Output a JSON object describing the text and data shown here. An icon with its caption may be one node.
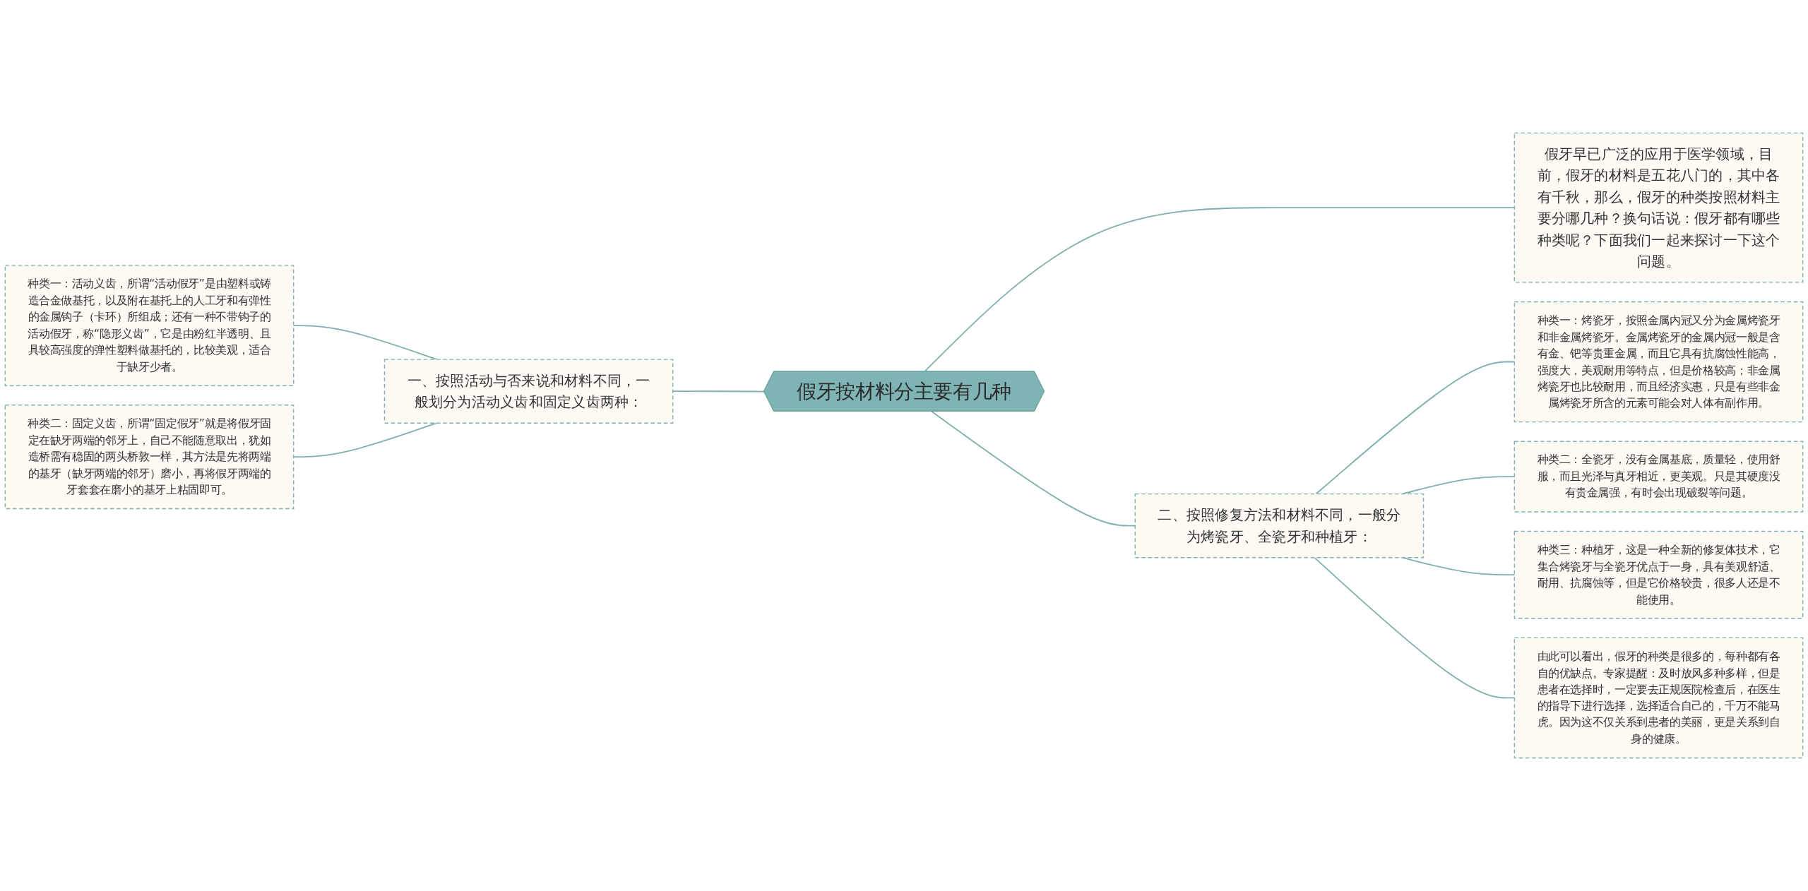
{
  "diagram": {
    "nodes": [
      {
        "text": [
          "假牙按材料分主要有几种"
        ]
      },
      {
        "text": [
          "一、按照活动与否来说和材料不同，一般划分为活动义齿和固定义齿两种："
        ]
      },
      {
        "text": [
          "种类一：活动义齿，所谓“活动假牙”是由塑料或铸造合金做基托，以及附在基托上的人工牙和有弹性的金属钩子（卡环）所组成；还有一种不带钩子的活动假牙，称“隐形义齿”，它是由粉红半透明、且具较高强度的弹性塑料做基托的，比较美观，适合于缺牙少者。"
        ]
      },
      {
        "text": [
          "种类二：固定义齿，所谓“固定假牙”就是将假牙固定在缺牙两端的邻牙上，自己不能随意取出，犹如造桥需有稳固的两头桥敦一样，其方法是先将两端的基牙（缺牙两端的邻牙）磨小，再将假牙两端的牙套套在磨小的基牙上粘固即可。"
        ]
      },
      {
        "text": [
          "假牙早已广泛的应用于医学领域，目前，假牙的材料是五花八门的，其中各有千秋，那么，假牙的种类按照材料主要分哪几种？换句话说：假牙都有哪些种类呢？下面我们一起来探讨一下这个问题。"
        ]
      },
      {
        "text": [
          "二、按照修复方法和材料不同，一般分为烤瓷牙、全瓷牙和种植牙："
        ]
      },
      {
        "text": [
          "种类一：烤瓷牙，按照金属内冠又分为金属烤瓷牙和非金属烤瓷牙。金属烤瓷牙的金属内冠一般是含有金、钯等贵重金属，而且它具有抗腐蚀性能高，强度大，美观耐用等特点，但是价格较高；非金属烤瓷牙也比较耐用，而且经济实惠，只是有些非金属烤瓷牙所含的元素可能会对人体有副作用。"
        ]
      },
      {
        "text": [
          "种类二：全瓷牙，没有金属基底，质量轻，使用舒服，而且光泽与真牙相近，更美观。只是其硬度没有贵金属强，有时会出现破裂等问题。"
        ]
      },
      {
        "text": [
          "种类三：种植牙，这是一种全新的修复体技术，它集合烤瓷牙与全瓷牙优点于一身，具有美观舒适、耐用、抗腐蚀等，但是它价格较贵，很多人还是不能使用。"
        ]
      },
      {
        "text": [
          "由此可以看出，假牙的种类是很多的，每种都有各自的优缺点。专家提醒：及时放风多种多样，但是患者在选择时，一定要去正规医院检查后，在医生的指导下进行选择，选择适合自己的，千万不能马虎。因为这不仅关系到患者的美丽，更是关系到自身的健康。"
        ]
      }
    ],
    "edges": [
      {
        "from": 2,
        "to": 1,
        "arrow": "none"
      },
      {
        "from": 3,
        "to": 1,
        "arrow": "none"
      },
      {
        "from": 1,
        "to": 0,
        "arrow": "none"
      },
      {
        "from": 0,
        "to": 4,
        "arrow": "none"
      },
      {
        "from": 0,
        "to": 5,
        "arrow": "none"
      },
      {
        "from": 5,
        "to": 6,
        "arrow": "none"
      },
      {
        "from": 5,
        "to": 7,
        "arrow": "none"
      },
      {
        "from": 5,
        "to": 8,
        "arrow": "none"
      },
      {
        "from": 5,
        "to": 9,
        "arrow": "none"
      }
    ]
  }
}
